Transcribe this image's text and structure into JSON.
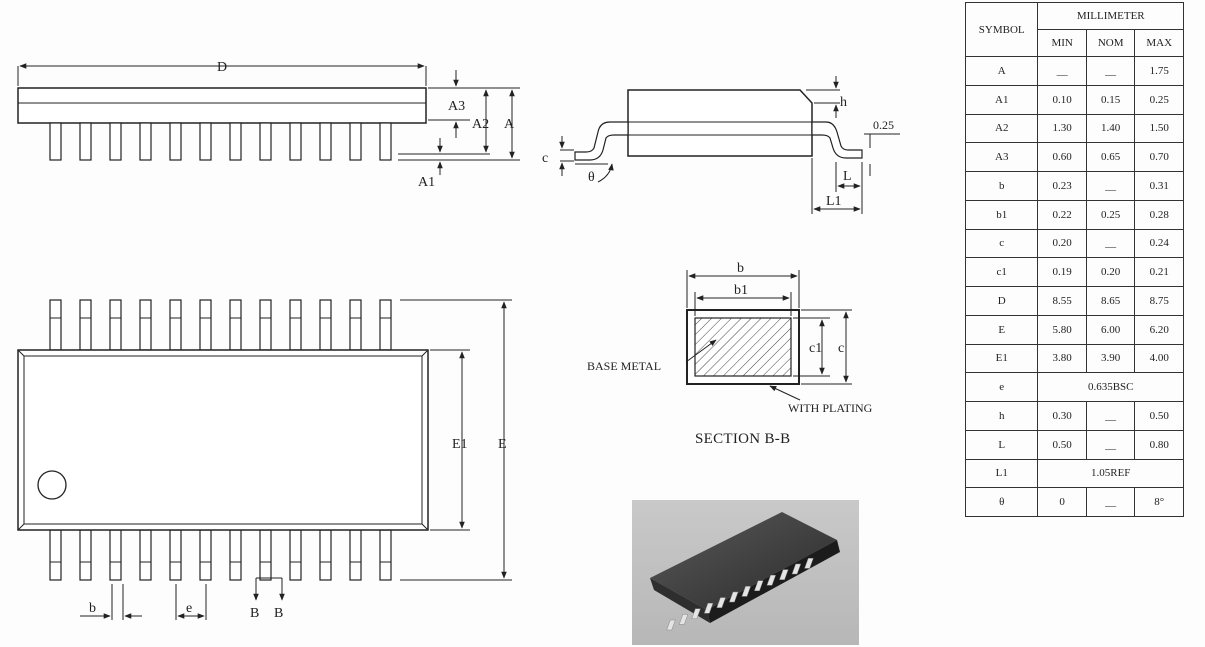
{
  "front_view": {
    "labels": {
      "D": "D",
      "A3": "A3",
      "A2": "A2",
      "A": "A",
      "A1": "A1"
    }
  },
  "side_view": {
    "labels": {
      "h": "h",
      "dim": "0.25",
      "c": "c",
      "theta": "θ",
      "L": "L",
      "L1": "L1"
    }
  },
  "top_view": {
    "labels": {
      "E1": "E1",
      "E": "E",
      "b": "b",
      "e": "e",
      "B1": "B",
      "B2": "B"
    }
  },
  "section": {
    "title": "SECTION B-B",
    "base_metal": "BASE METAL",
    "with_plating": "WITH PLATING",
    "labels": {
      "b": "b",
      "b1": "b1",
      "c1": "c1",
      "c": "c"
    }
  },
  "table": {
    "header": {
      "symbol": "SYMBOL",
      "unit": "MILLIMETER",
      "min": "MIN",
      "nom": "NOM",
      "max": "MAX"
    },
    "rows": [
      {
        "symbol": "A",
        "min": "__",
        "nom": "__",
        "max": "1.75"
      },
      {
        "symbol": "A1",
        "min": "0.10",
        "nom": "0.15",
        "max": "0.25"
      },
      {
        "symbol": "A2",
        "min": "1.30",
        "nom": "1.40",
        "max": "1.50"
      },
      {
        "symbol": "A3",
        "min": "0.60",
        "nom": "0.65",
        "max": "0.70"
      },
      {
        "symbol": "b",
        "min": "0.23",
        "nom": "__",
        "max": "0.31"
      },
      {
        "symbol": "b1",
        "min": "0.22",
        "nom": "0.25",
        "max": "0.28"
      },
      {
        "symbol": "c",
        "min": "0.20",
        "nom": "__",
        "max": "0.24"
      },
      {
        "symbol": "c1",
        "min": "0.19",
        "nom": "0.20",
        "max": "0.21"
      },
      {
        "symbol": "D",
        "min": "8.55",
        "nom": "8.65",
        "max": "8.75"
      },
      {
        "symbol": "E",
        "min": "5.80",
        "nom": "6.00",
        "max": "6.20"
      },
      {
        "symbol": "E1",
        "min": "3.80",
        "nom": "3.90",
        "max": "4.00"
      },
      {
        "symbol": "e",
        "span": "0.635BSC"
      },
      {
        "symbol": "h",
        "min": "0.30",
        "nom": "__",
        "max": "0.50"
      },
      {
        "symbol": "L",
        "min": "0.50",
        "nom": "__",
        "max": "0.80"
      },
      {
        "symbol": "L1",
        "span": "1.05REF"
      },
      {
        "symbol": "θ",
        "min": "0",
        "nom": "__",
        "max": "8°"
      }
    ]
  }
}
